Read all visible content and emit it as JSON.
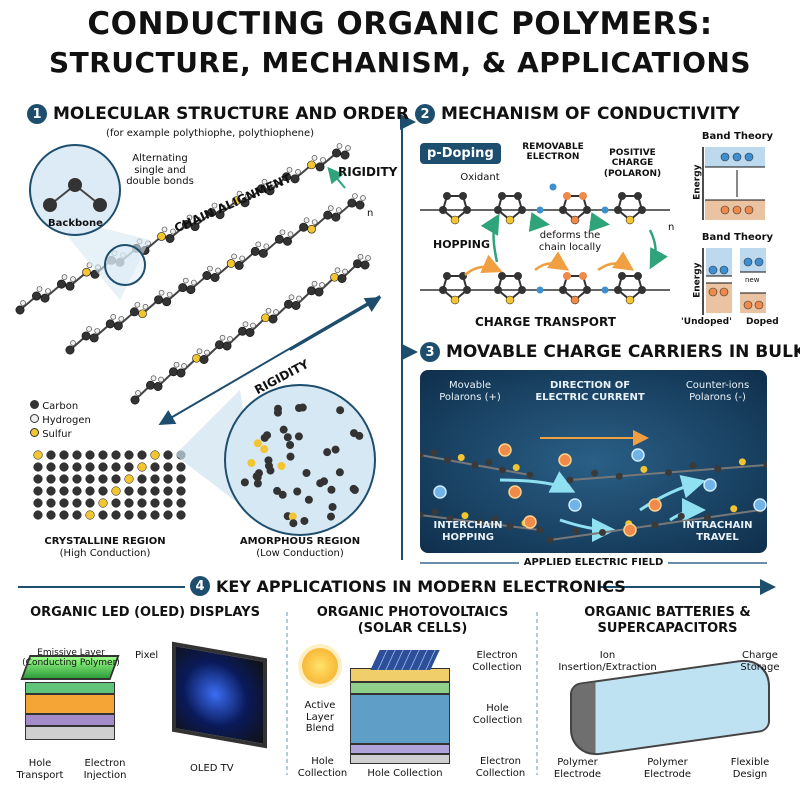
{
  "title": {
    "line1": "CONDUCTING ORGANIC POLYMERS:",
    "line2": "STRUCTURE, MECHANISM, & APPLICATIONS"
  },
  "section1": {
    "number": "1",
    "heading": "MOLECULAR STRUCTURE AND ORDER",
    "subtitle": "(for example polythiophe, polythiophene)",
    "callout_bonds": "Alternating single and double bonds",
    "callout_backbone": "Backbone",
    "chain_alignment": "CHAIN ALIGNMENT",
    "rigidity_top": "RIGIDITY",
    "rigidity_mid": "RIGIDITY",
    "repeat_n": "n",
    "legend": [
      {
        "label": "Carbon",
        "color": "#333333"
      },
      {
        "label": "Hydrogen",
        "color": "#eeeeee"
      },
      {
        "label": "Sulfur",
        "color": "#f2c531"
      }
    ],
    "crystalline": {
      "title": "CRYSTALLINE REGION",
      "note": "(High Conduction)"
    },
    "amorphous": {
      "title": "AMORPHOUS REGION",
      "note": "(Low Conduction)"
    }
  },
  "section2": {
    "number": "2",
    "heading": "MECHANISM OF CONDUCTIVITY",
    "badge": "p-Doping",
    "removable": "REMOVABLE ELECTRON",
    "positive": "POSITIVE CHARGE (POLARON)",
    "oxidant": "Oxidant",
    "hopping": "HOPPING",
    "deforms": "deforms the chain locally",
    "charge_transport": "CHARGE TRANSPORT",
    "repeat_n": "n",
    "band1": {
      "title": "Band Theory",
      "axis": "Energy"
    },
    "band2": {
      "title": "Band Theory",
      "axis": "Energy",
      "new_label": "new",
      "undoped": "'Undoped'",
      "doped": "Doped"
    }
  },
  "section3": {
    "number": "3",
    "heading": "MOVABLE CHARGE CARRIERS IN BULK",
    "movable": "Movable Polarons (+)",
    "direction": "DIRECTION OF ELECTRIC CURRENT",
    "counter": "Counter-ions Polarons (-)",
    "interchain": "INTERCHAIN HOPPING",
    "intrachain": "INTRACHAIN TRAVEL",
    "field": "APPLIED ELECTRIC FIELD"
  },
  "section4": {
    "number": "4",
    "heading": "KEY APPLICATIONS IN MODERN ELECTRONICS",
    "oled": {
      "title": "ORGANIC LED (OLED) DISPLAYS",
      "emissive": "Emissive Layer (Conducting Polymer)",
      "pixel": "Pixel",
      "hole_transport": "Hole Transport",
      "electron_injection": "Electron Injection",
      "tv": "OLED TV"
    },
    "opv": {
      "title": "ORGANIC PHOTOVOLTAICS (SOLAR CELLS)",
      "electron_top": "Electron Collection",
      "active": "Active Layer Blend",
      "hole_right": "Hole Collection",
      "hole_left": "Hole Collection",
      "hole_bottom": "Hole Collection",
      "electron_bottom": "Electron Collection"
    },
    "battery": {
      "title": "ORGANIC BATTERIES & SUPERCAPACITORS",
      "ion": "Ion Insertion/Extraction",
      "charge": "Charge Storage",
      "electrode_left": "Polymer Electrode",
      "electrode_mid": "Polymer Electrode",
      "flexible": "Flexible Design"
    }
  },
  "colors": {
    "accent": "#1d4e6e",
    "carbon": "#333333",
    "sulfur": "#f2c531",
    "polaron": "#f08a4b",
    "electron": "#3d8fd1",
    "panel": "#173f63",
    "arrow_green": "#2fa37a",
    "arrow_orange": "#f0a040"
  }
}
